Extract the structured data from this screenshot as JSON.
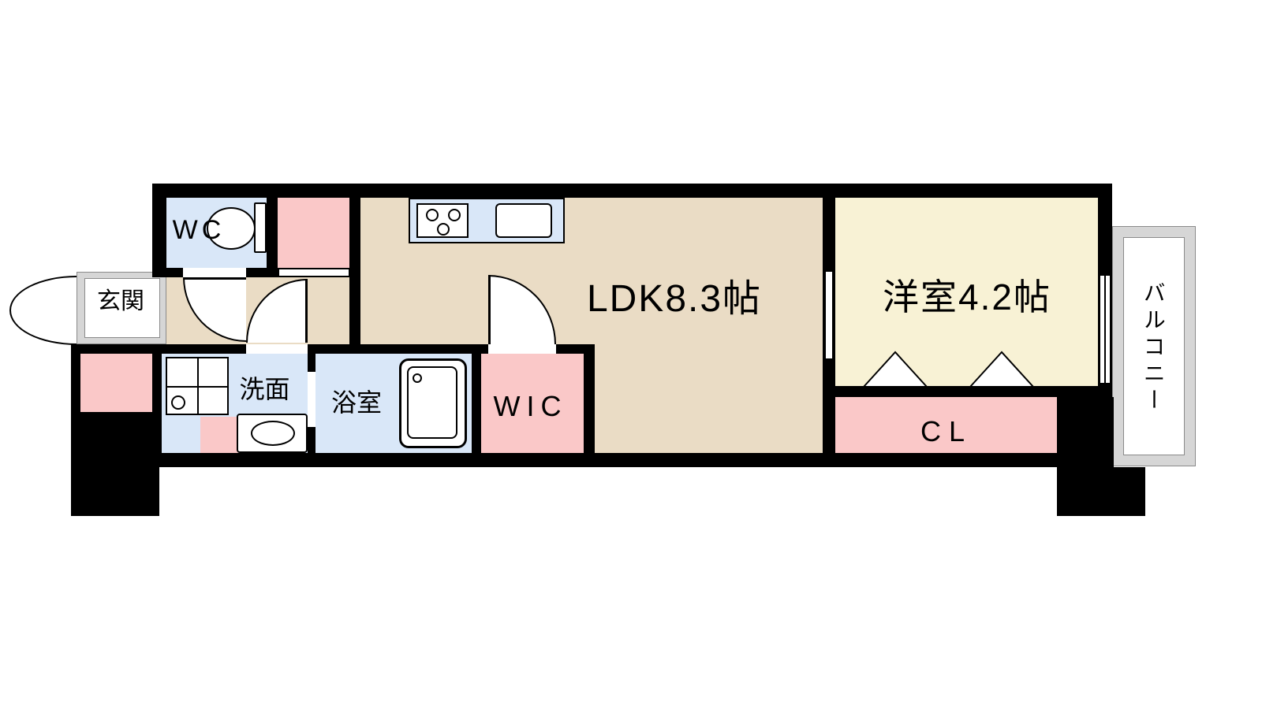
{
  "plan": {
    "rooms": {
      "wc": "WC",
      "entrance": "玄関",
      "washroom": "洗面",
      "bathroom": "浴室",
      "wic": "WIC",
      "ldk": "LDK8.3帖",
      "western_room": "洋室4.2帖",
      "closet": "CL",
      "balcony": "バルコニー"
    },
    "colors": {
      "wall": "#000000",
      "ldk_floor": "#EADCC5",
      "western_room_floor": "#F8F2D5",
      "wet_area_floor": "#D9E7F8",
      "storage_floor": "#FAC8C8",
      "balcony_frame": "#D6D6D6"
    }
  }
}
